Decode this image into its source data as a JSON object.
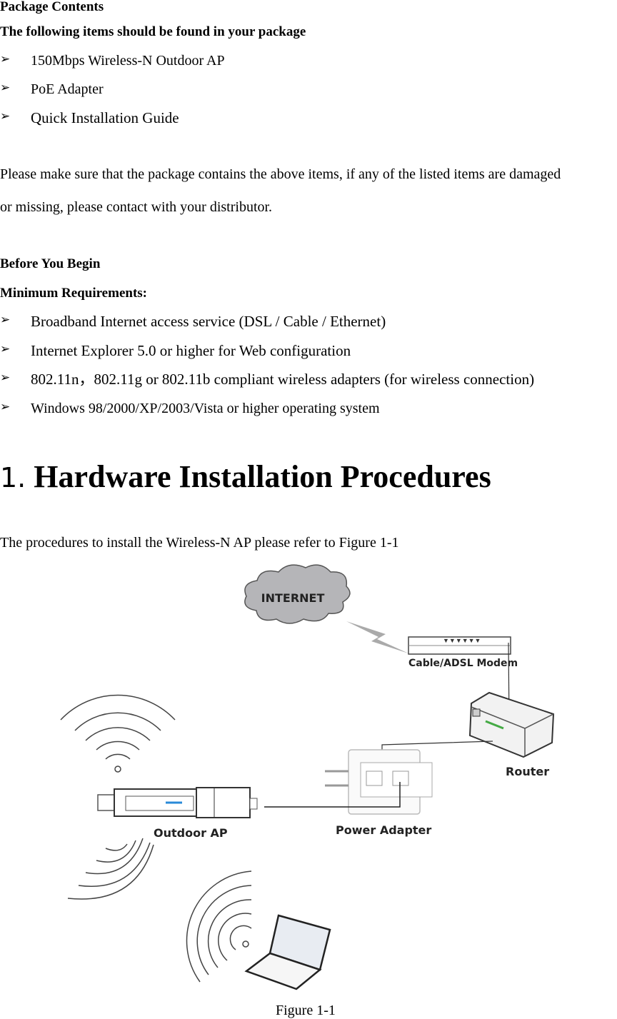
{
  "package": {
    "title": "Package Contents",
    "subtitle": "The following items should be found in your package",
    "items": [
      "150Mbps Wireless-N Outdoor AP",
      "PoE Adapter",
      "Quick Installation Guide"
    ],
    "note_line1": "Please make sure that the package contains the above items, if any of the listed items are damaged",
    "note_line2": "or missing, please contact with your distributor."
  },
  "before": {
    "title": "Before You Begin",
    "subtitle": "Minimum Requirements:",
    "items": [
      "Broadband Internet access service (DSL / Cable / Ethernet)",
      "Internet Explorer 5.0 or higher for Web configuration",
      "802.11n，802.11g or 802.11b compliant wireless adapters (for wireless connection)",
      "Windows 98/2000/XP/2003/Vista or higher operating system"
    ]
  },
  "bullet_icon": "arrowhead-bullet",
  "section": {
    "number": "1.",
    "title": "Hardware Installation Procedures",
    "intro": "The procedures to install the Wireless-N AP please refer to Figure 1-1"
  },
  "figure": {
    "labels": {
      "internet": "INTERNET",
      "modem": "Cable/ADSL Modem",
      "router": "Router",
      "power_adapter": "Power Adapter",
      "outdoor_ap": "Outdoor AP"
    },
    "caption": "Figure 1-1"
  }
}
